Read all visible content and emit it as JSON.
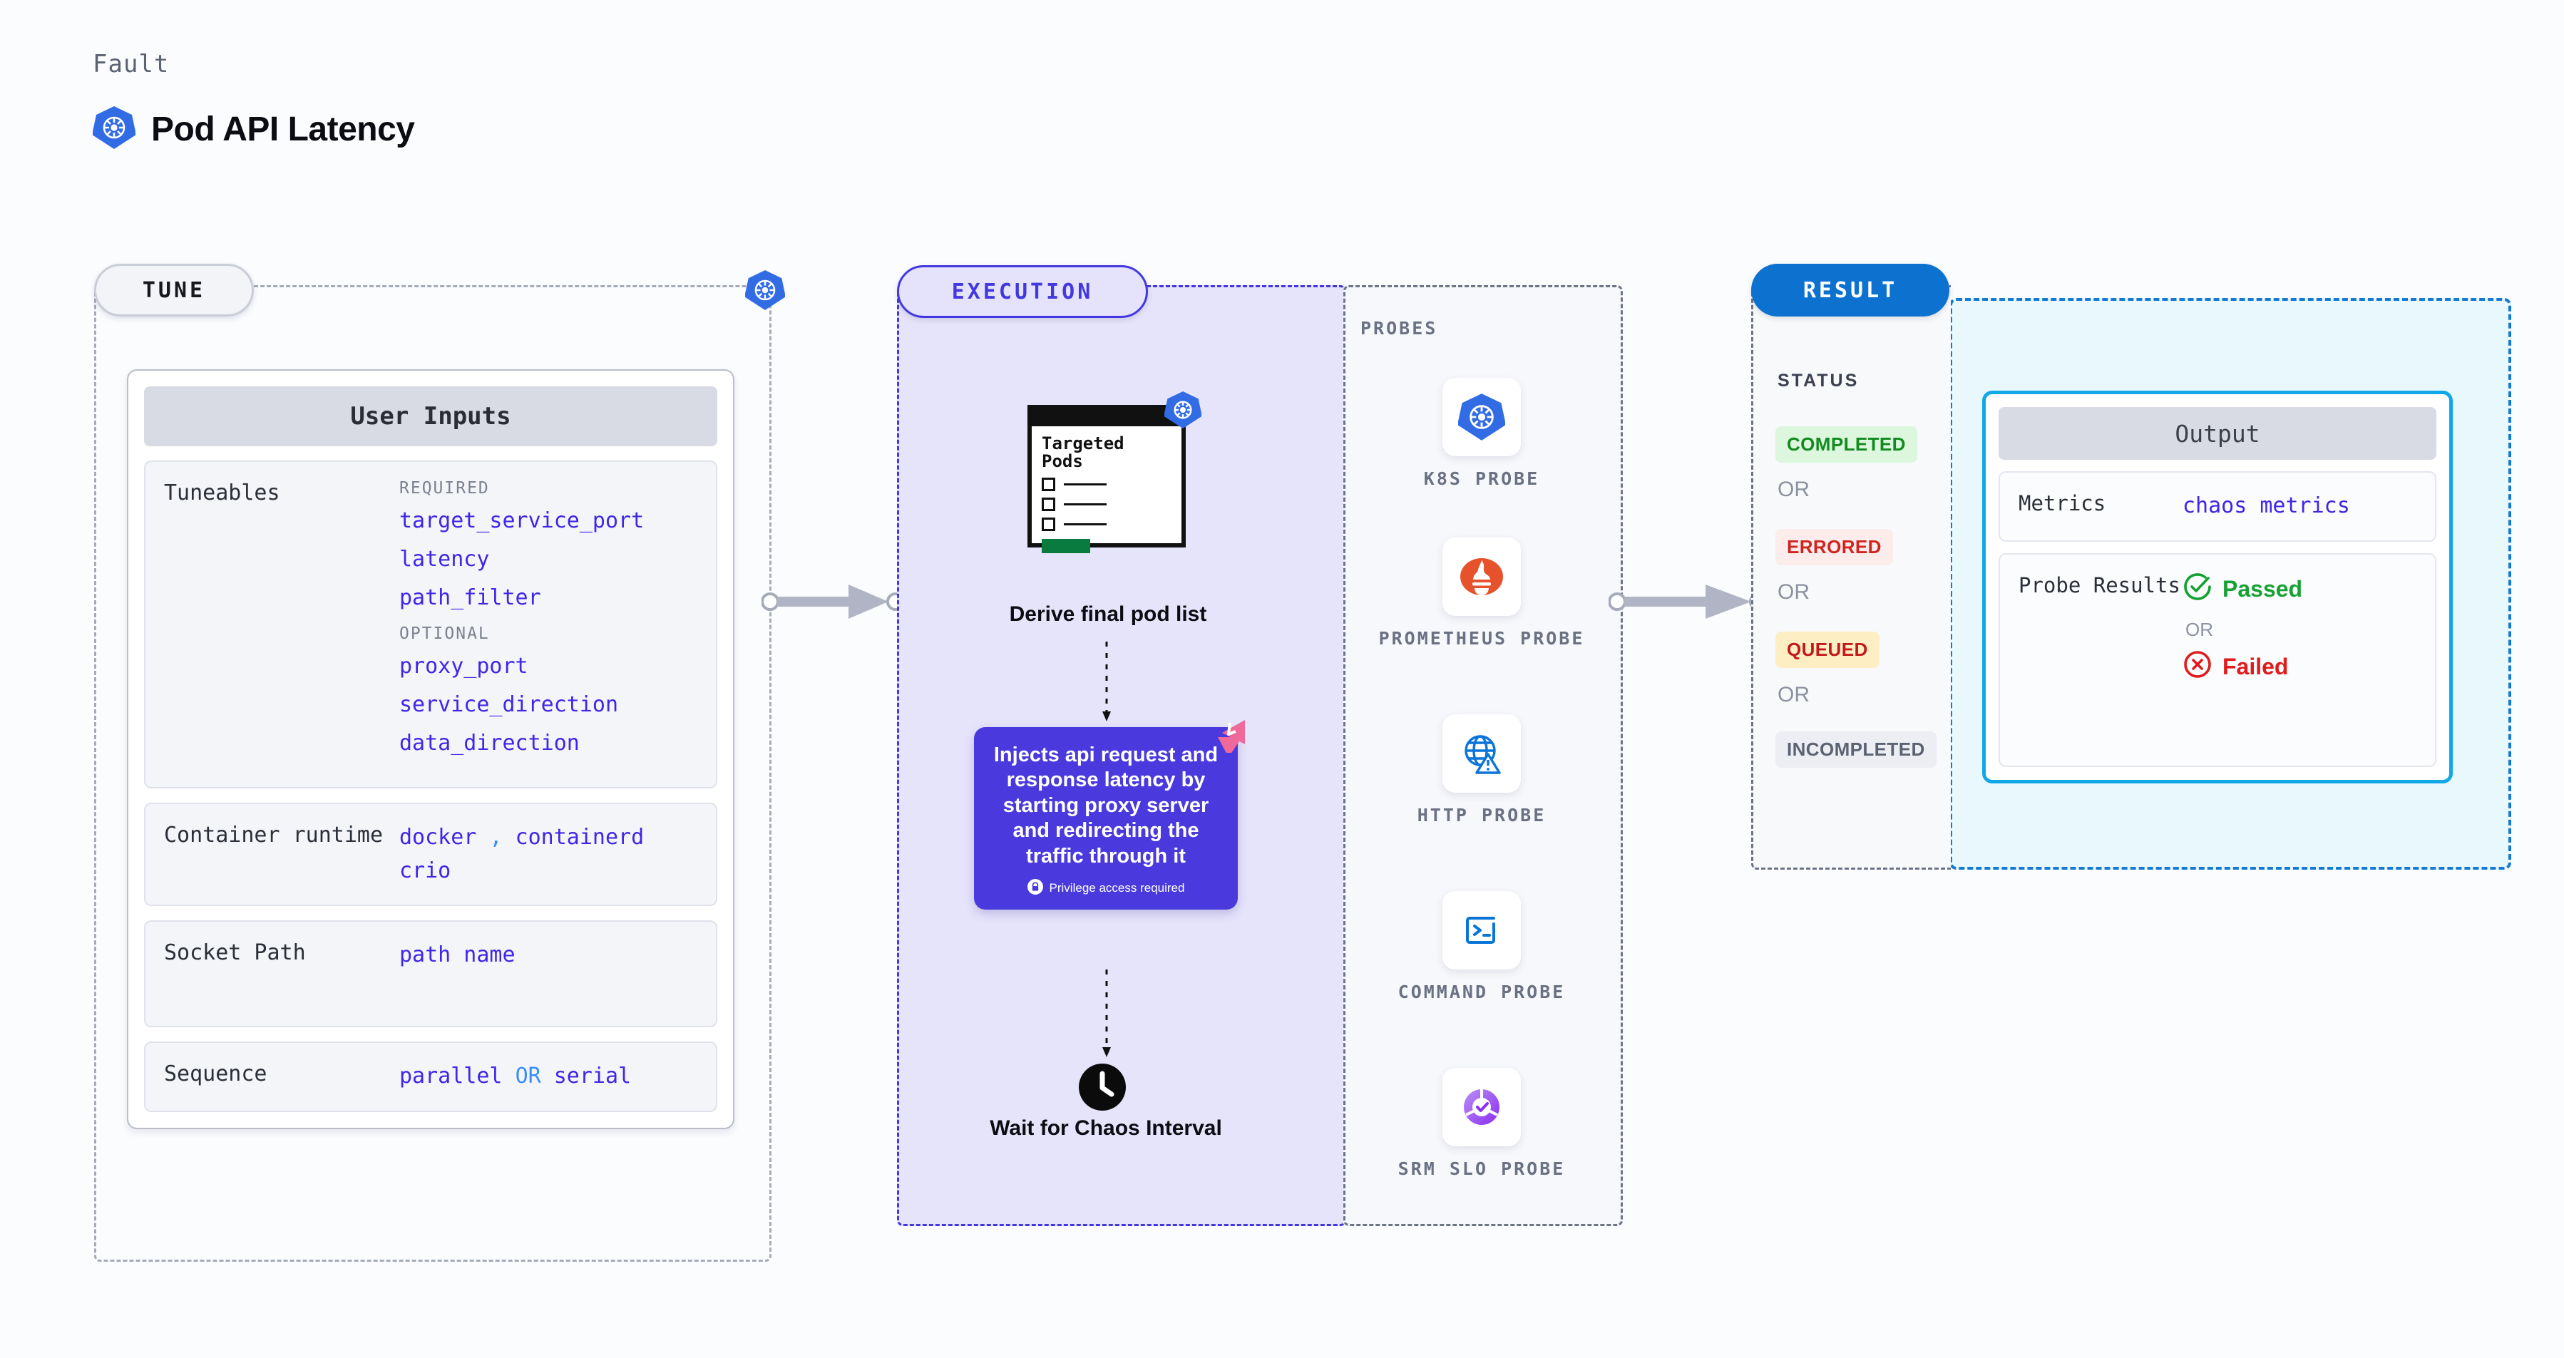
{
  "header": {
    "kicker": "Fault",
    "title": "Pod API Latency",
    "icon": "kubernetes-icon"
  },
  "tune": {
    "stage_label": "TUNE",
    "border_icon": "kubernetes-icon",
    "card_title": "User Inputs",
    "rows": [
      {
        "key": "Tuneables",
        "groups": [
          {
            "label": "REQUIRED",
            "items": [
              "target_service_port",
              "latency",
              "path_filter"
            ]
          },
          {
            "label": "OPTIONAL",
            "items": [
              "proxy_port",
              "service_direction",
              "data_direction"
            ]
          }
        ]
      },
      {
        "key": "Container runtime",
        "values_line1": "docker",
        "separator": ",",
        "values_line1b": "containerd",
        "values_line2": "crio"
      },
      {
        "key": "Socket Path",
        "value": "path name"
      },
      {
        "key": "Sequence",
        "value_a": "parallel",
        "joiner": "OR",
        "value_b": "serial"
      }
    ]
  },
  "execution": {
    "stage_label": "EXECUTION",
    "pods_window": {
      "title": "Targeted Pods",
      "icon": "kubernetes-icon",
      "checkbox_rows": 3
    },
    "derive_label": "Derive final pod list",
    "inject": {
      "text": "Injects api request and response latency by starting proxy server and redirecting the traffic through it",
      "note": "Privilege access required",
      "note_icon": "lock-icon",
      "corner_icon": "harness-logo-icon",
      "color": "#4a3ade"
    },
    "wait": {
      "icon": "clock-icon",
      "label": "Wait for Chaos Interval"
    }
  },
  "probes": {
    "title": "PROBES",
    "items": [
      {
        "label": "K8S PROBE",
        "icon": "kubernetes-icon"
      },
      {
        "label": "PROMETHEUS PROBE",
        "icon": "prometheus-icon"
      },
      {
        "label": "HTTP PROBE",
        "icon": "globe-warning-icon"
      },
      {
        "label": "COMMAND PROBE",
        "icon": "terminal-icon"
      },
      {
        "label": "SRM SLO PROBE",
        "icon": "srm-slo-donut-icon"
      }
    ]
  },
  "result": {
    "stage_label": "RESULT",
    "status_title": "STATUS",
    "or_label": "OR",
    "statuses": [
      {
        "label": "COMPLETED",
        "bg": "#dcf7dd",
        "fg": "#128a1e"
      },
      {
        "label": "ERRORED",
        "bg": "#fdecec",
        "fg": "#d0241f"
      },
      {
        "label": "QUEUED",
        "bg": "#fdeec4",
        "fg": "#c21a1a"
      },
      {
        "label": "INCOMPLETED",
        "bg": "#eceef4",
        "fg": "#5b6272"
      }
    ]
  },
  "output": {
    "card_title": "Output",
    "rows": [
      {
        "key": "Metrics",
        "value": "chaos metrics"
      },
      {
        "key": "Probe Results",
        "passed": "Passed",
        "or": "OR",
        "failed": "Failed",
        "passed_icon": "check-circle-icon",
        "failed_icon": "x-circle-icon",
        "passed_color": "#16a132",
        "failed_color": "#e01b1b"
      }
    ]
  },
  "connectors": {
    "tune_to_execution": "arrow-right",
    "execution_to_result": "arrow-right"
  }
}
